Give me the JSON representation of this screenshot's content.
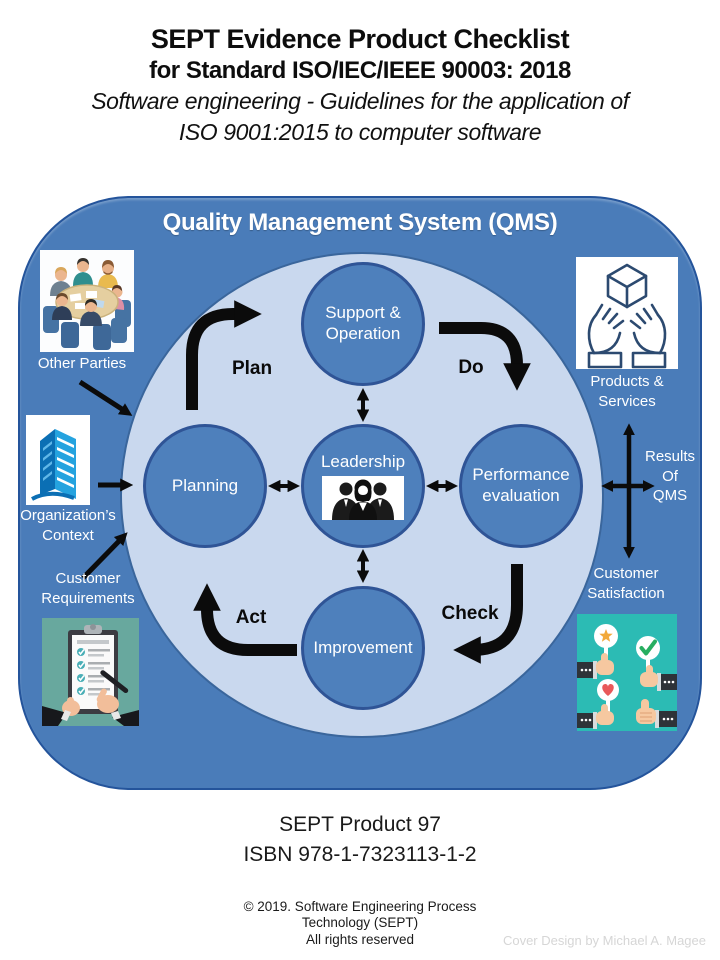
{
  "header": {
    "title_line1": "SEPT Evidence Product Checklist",
    "title_line2": "for Standard ISO/IEC/IEEE 90003: 2018",
    "subtitle_line1": "Software engineering - Guidelines for the application of",
    "subtitle_line2": "ISO 9001:2015 to computer software"
  },
  "diagram": {
    "title": "Quality Management System (QMS)",
    "circles": {
      "support": "Support &\nOperation",
      "planning": "Planning",
      "leadership": "Leadership",
      "performance": "Performance\nevaluation",
      "improvement": "Improvement"
    },
    "cycle": {
      "plan": "Plan",
      "do": "Do",
      "check": "Check",
      "act": "Act"
    },
    "inputs": {
      "other_parties": {
        "label": "Other Parties",
        "icon": "meeting-people-icon"
      },
      "organizations_context": {
        "label": "Organization’s\nContext",
        "icon": "building-icon"
      },
      "customer_requirements": {
        "label": "Customer\nRequirements",
        "icon": "clipboard-checklist-icon"
      }
    },
    "outputs": {
      "products_services": {
        "label": "Products &\nServices",
        "icon": "hands-cube-icon"
      },
      "results_of_qms": {
        "label": "Results\nOf\nQMS"
      },
      "customer_satisfaction": {
        "label": "Customer\nSatisfaction",
        "icon": "thumbs-feedback-icon"
      }
    },
    "leadership_icon": "leadership-people-icon"
  },
  "footer": {
    "product": "SEPT Product 97",
    "isbn": "ISBN 978-1-7323113-1-2",
    "copyright": "© 2019. Software Engineering Process\nTechnology (SEPT)\nAll rights reserved",
    "cover_credit": "Cover Design by Michael A. Magee"
  },
  "colors": {
    "qms_background": "#4A7CB9",
    "qms_border": "#24549B",
    "inner_ellipse": "#C9D8EE",
    "circle_fill": "#4E80BC",
    "circle_border": "#2F5496",
    "arrow_black": "#0B0B0B",
    "text_on_blue": "#FFFFFF",
    "credit_gray": "#D6D6D6",
    "satisfaction_teal": "#2CBBB4",
    "requirements_teal": "#68A89E",
    "building_blue": "#25A3DF"
  }
}
